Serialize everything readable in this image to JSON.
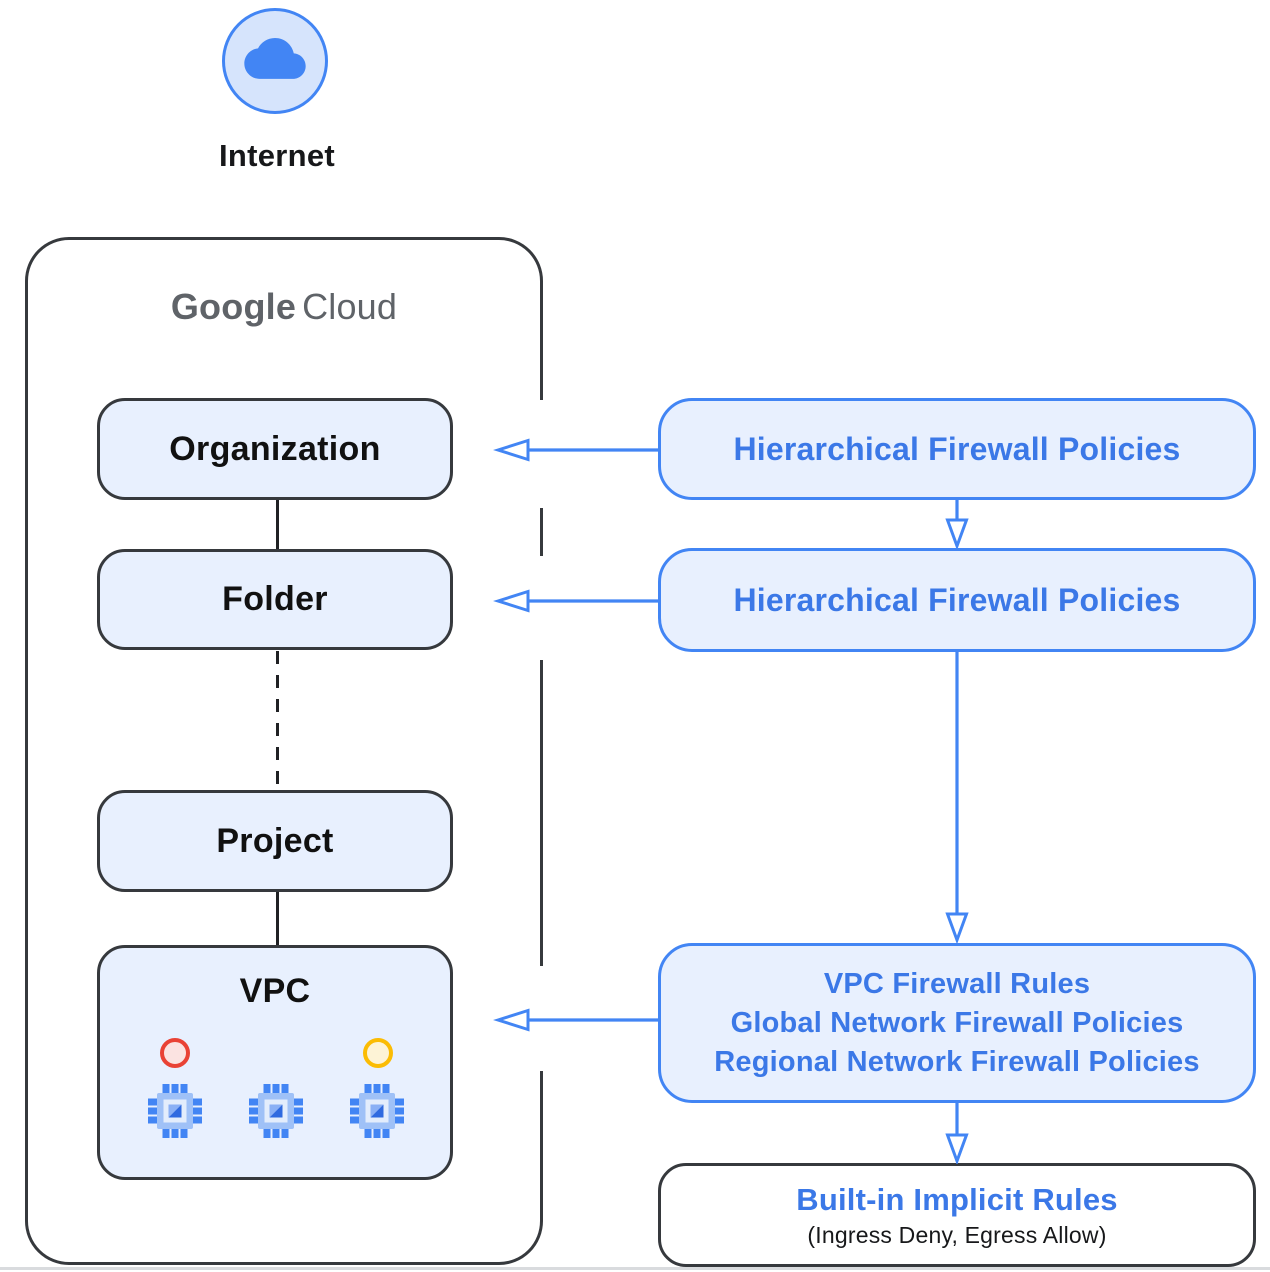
{
  "internet": {
    "label": "Internet",
    "icon": "cloud-icon"
  },
  "google_cloud": {
    "brand_primary": "Google",
    "brand_secondary": "Cloud",
    "hierarchy": [
      {
        "label": "Organization"
      },
      {
        "label": "Folder"
      },
      {
        "label": "Project"
      }
    ],
    "vpc": {
      "label": "VPC",
      "status_dots": [
        {
          "name": "red-status-dot",
          "color": "#e94235"
        },
        {
          "name": "yellow-status-dot",
          "color": "#fbbc04"
        }
      ],
      "vm_icon": "compute-engine-icon",
      "vm_count": 3
    }
  },
  "policies": {
    "hierarchical_org": {
      "label": "Hierarchical Firewall Policies"
    },
    "hierarchical_folder": {
      "label": "Hierarchical Firewall Policies"
    },
    "network": {
      "lines": [
        "VPC Firewall Rules",
        "Global Network Firewall Policies",
        "Regional Network Firewall Policies"
      ]
    },
    "builtin": {
      "title": "Built-in Implicit Rules",
      "subtitle": "(Ingress Deny, Egress Allow)"
    }
  },
  "colors": {
    "blue": "#4285f4",
    "blue_text": "#3b78e7",
    "light_blue_fill": "#e8f0fe",
    "icon_circle_fill": "#d6e4fc",
    "dark_border": "#36393d",
    "red": "#e94235",
    "red_fill": "#fbe3e1",
    "yellow": "#fbbc04",
    "yellow_fill": "#fdf3d6",
    "gray_brand": "#5f6368"
  }
}
